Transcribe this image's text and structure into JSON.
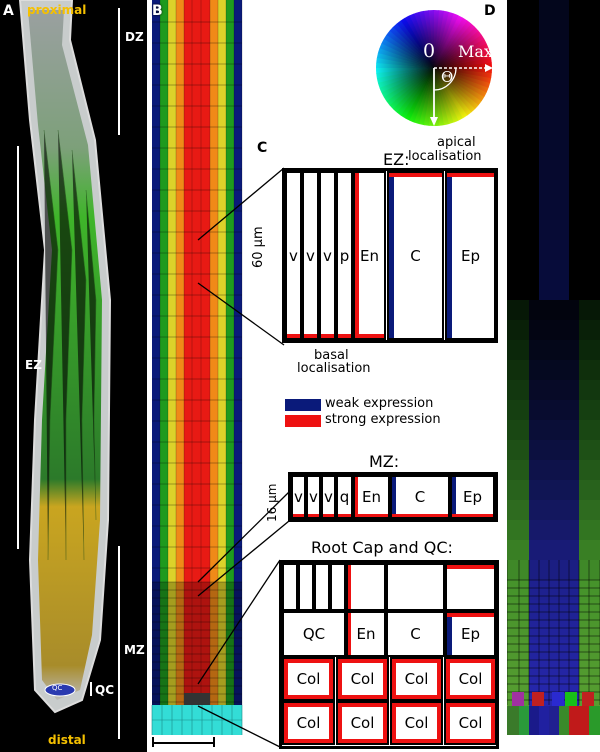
{
  "panels": {
    "a": "A",
    "b": "B",
    "c": "C",
    "d": "D"
  },
  "root": {
    "proximal": "proximal",
    "distal": "distal",
    "dz": "DZ",
    "ez": "EZ",
    "mz": "MZ",
    "qc": "QC",
    "qc_inner": "QC"
  },
  "wheel": {
    "zero": "0",
    "max": "Max",
    "theta": "Θ"
  },
  "ez": {
    "title": "EZ:",
    "apical": "apical",
    "localisation": "localisation",
    "basal": "basal",
    "basal_loc": "localisation",
    "scale": "60 µm",
    "cells": [
      "v",
      "v",
      "v",
      "p",
      "En",
      "C",
      "Ep"
    ]
  },
  "legend": {
    "weak": "weak expression",
    "strong": "strong expression",
    "weak_color": "#0a1a7a",
    "strong_color": "#ee1111"
  },
  "mz": {
    "title": "MZ:",
    "scale": "16 µm",
    "cells": [
      "v",
      "v",
      "v",
      "q",
      "En",
      "C",
      "Ep"
    ]
  },
  "rc": {
    "title": "Root Cap and QC:",
    "row": [
      "QC",
      "En",
      "C",
      "Ep"
    ],
    "col": [
      "Col",
      "Col",
      "Col",
      "Col",
      "Col",
      "Col",
      "Col",
      "Col"
    ]
  }
}
